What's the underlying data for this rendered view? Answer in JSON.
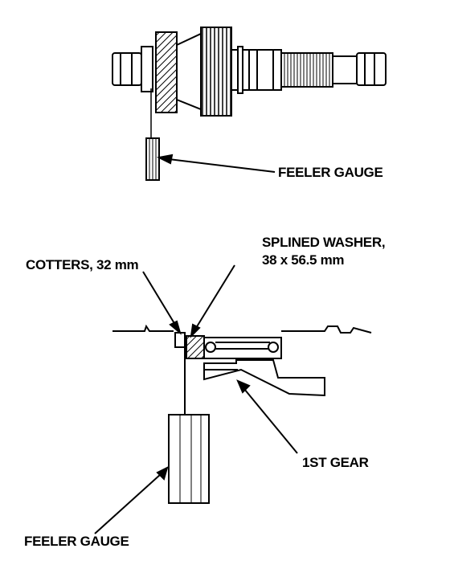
{
  "figure_top": {
    "feeler_gauge_label": "FEELER GAUGE"
  },
  "figure_bottom": {
    "cotters_label": "COTTERS, 32 mm",
    "washer_label_line1": "SPLINED WASHER,",
    "washer_label_line2": "38 x 56.5 mm",
    "first_gear_label": "1ST GEAR",
    "feeler_gauge_label": "FEELER GAUGE"
  },
  "colors": {
    "ink": "#000000",
    "paper": "#ffffff"
  }
}
